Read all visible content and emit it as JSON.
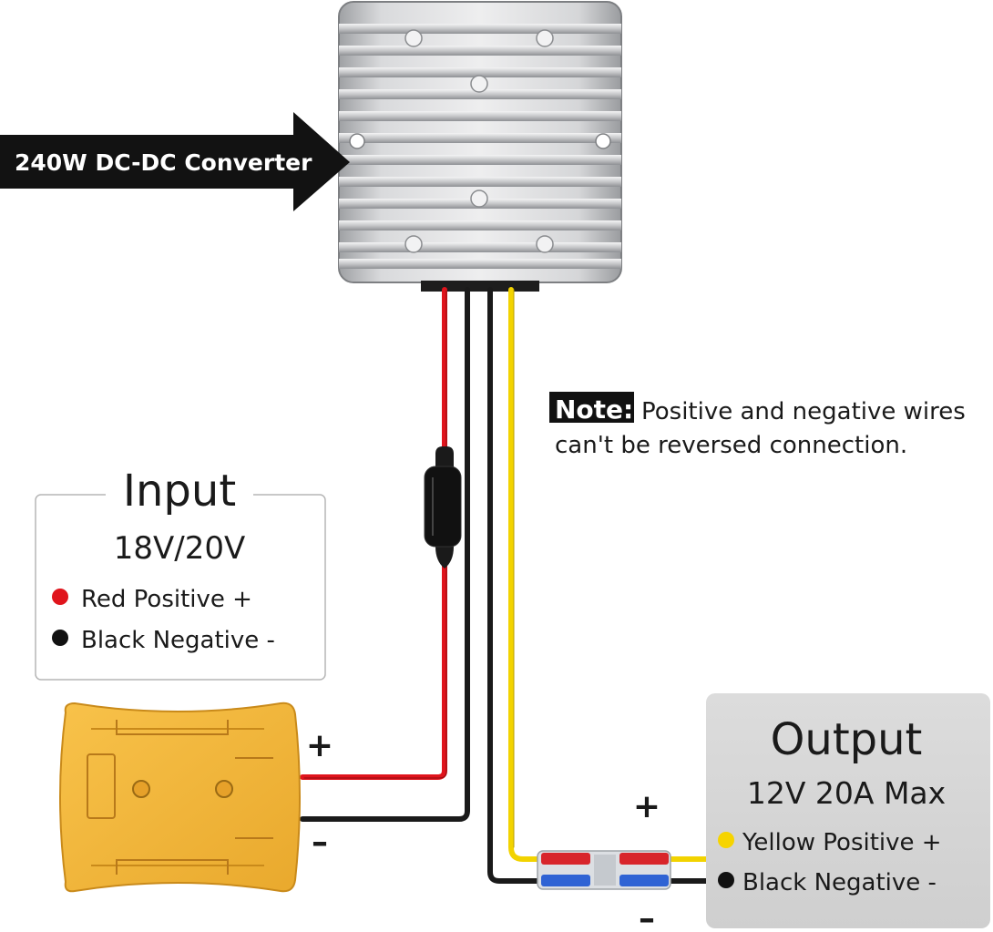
{
  "converter": {
    "label": "240W DC-DC Converter"
  },
  "note": {
    "tag": "Note:",
    "line1": "Positive and negative wires",
    "line2": "can't be reversed connection."
  },
  "input_panel": {
    "title": "Input",
    "voltage": "18V/20V",
    "items": [
      {
        "label": "Red Positive +",
        "dot_color": "#e0141c"
      },
      {
        "label": "Black Negative -",
        "dot_color": "#111111"
      }
    ]
  },
  "output_panel": {
    "title": "Output",
    "rating": "12V 20A Max",
    "items": [
      {
        "label": "Yellow Positive +",
        "dot_color": "#f6d400"
      },
      {
        "label": "Black Negative -",
        "dot_color": "#111111"
      }
    ]
  },
  "input_terminals": {
    "plus": "+",
    "minus": "–"
  },
  "output_terminals": {
    "plus": "+",
    "minus": "–"
  },
  "wire_colors": {
    "red": "#e0141c",
    "black": "#1a1a1a",
    "yellow": "#f2d300",
    "adapter": "#f2b73a",
    "heatsink": "#c9cacc"
  }
}
